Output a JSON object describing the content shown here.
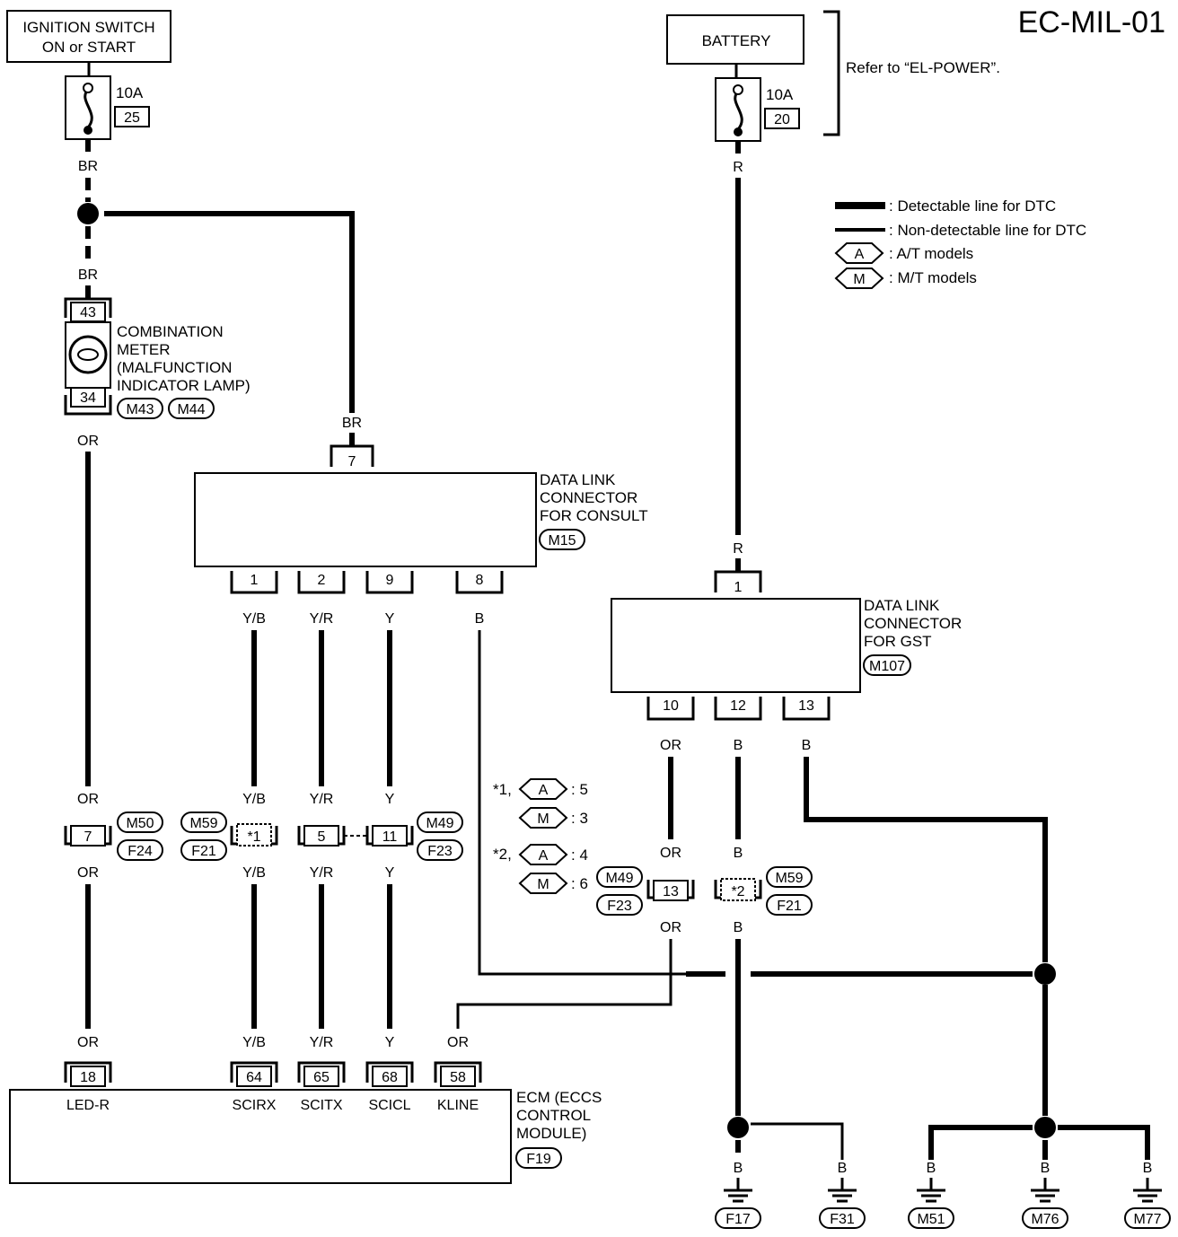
{
  "title": "EC-MIL-01",
  "ignition": {
    "line1": "IGNITION SWITCH",
    "line2": "ON or START",
    "fuse_rating": "10A",
    "fuse_no": "25"
  },
  "battery": {
    "label": "BATTERY",
    "fuse_rating": "10A",
    "fuse_no": "20",
    "refer": "Refer to “EL-POWER”."
  },
  "legend": {
    "detectable": ": Detectable line for DTC",
    "nondetectable": ": Non-detectable line for DTC",
    "at_symbol": "A",
    "at": ": A/T models",
    "mt_symbol": "M",
    "mt": ": M/T models"
  },
  "combination_meter": {
    "lines": [
      "COMBINATION",
      "METER",
      "(MALFUNCTION",
      "INDICATOR LAMP)"
    ],
    "pin_top": "43",
    "pin_bottom": "34",
    "conn1": "M43",
    "conn2": "M44"
  },
  "consult": {
    "lines": [
      "DATA LINK",
      "CONNECTOR",
      "FOR CONSULT"
    ],
    "conn": "M15",
    "pin_top": "7",
    "pins": [
      "1",
      "2",
      "9",
      "8"
    ]
  },
  "gst": {
    "lines": [
      "DATA LINK",
      "CONNECTOR",
      "FOR GST"
    ],
    "conn": "M107",
    "pin_top": "1",
    "pins": [
      "10",
      "12",
      "13"
    ]
  },
  "wires": {
    "br": "BR",
    "r": "R",
    "or": "OR",
    "yb": "Y/B",
    "yr": "Y/R",
    "y": "Y",
    "b": "B"
  },
  "inline": {
    "c7": "7",
    "c7_conn1": "M50",
    "c7_conn2": "F24",
    "c1": "*1",
    "c1_conn1": "M59",
    "c1_conn2": "F21",
    "c5": "5",
    "c11": "11",
    "c11_conn1": "M49",
    "c11_conn2": "F23",
    "c13": "13",
    "c13_conn1": "M49",
    "c13_conn2": "F23",
    "c2": "*2",
    "c2_conn1": "M59",
    "c2_conn2": "F21"
  },
  "notes": {
    "n1_prefix": "*1,",
    "n1_a": ": 5",
    "n1_m": ": 3",
    "n2_prefix": "*2,",
    "n2_a": ": 4",
    "n2_m": ": 6"
  },
  "ecm": {
    "lines": [
      "ECM (ECCS",
      "CONTROL",
      "MODULE)"
    ],
    "conn": "F19",
    "pins": [
      "18",
      "64",
      "65",
      "68",
      "58"
    ],
    "pin_labels": [
      "LED-R",
      "SCIRX",
      "SCITX",
      "SCICL",
      "KLINE"
    ]
  },
  "grounds": [
    "F17",
    "F31",
    "M51",
    "M76",
    "M77"
  ]
}
